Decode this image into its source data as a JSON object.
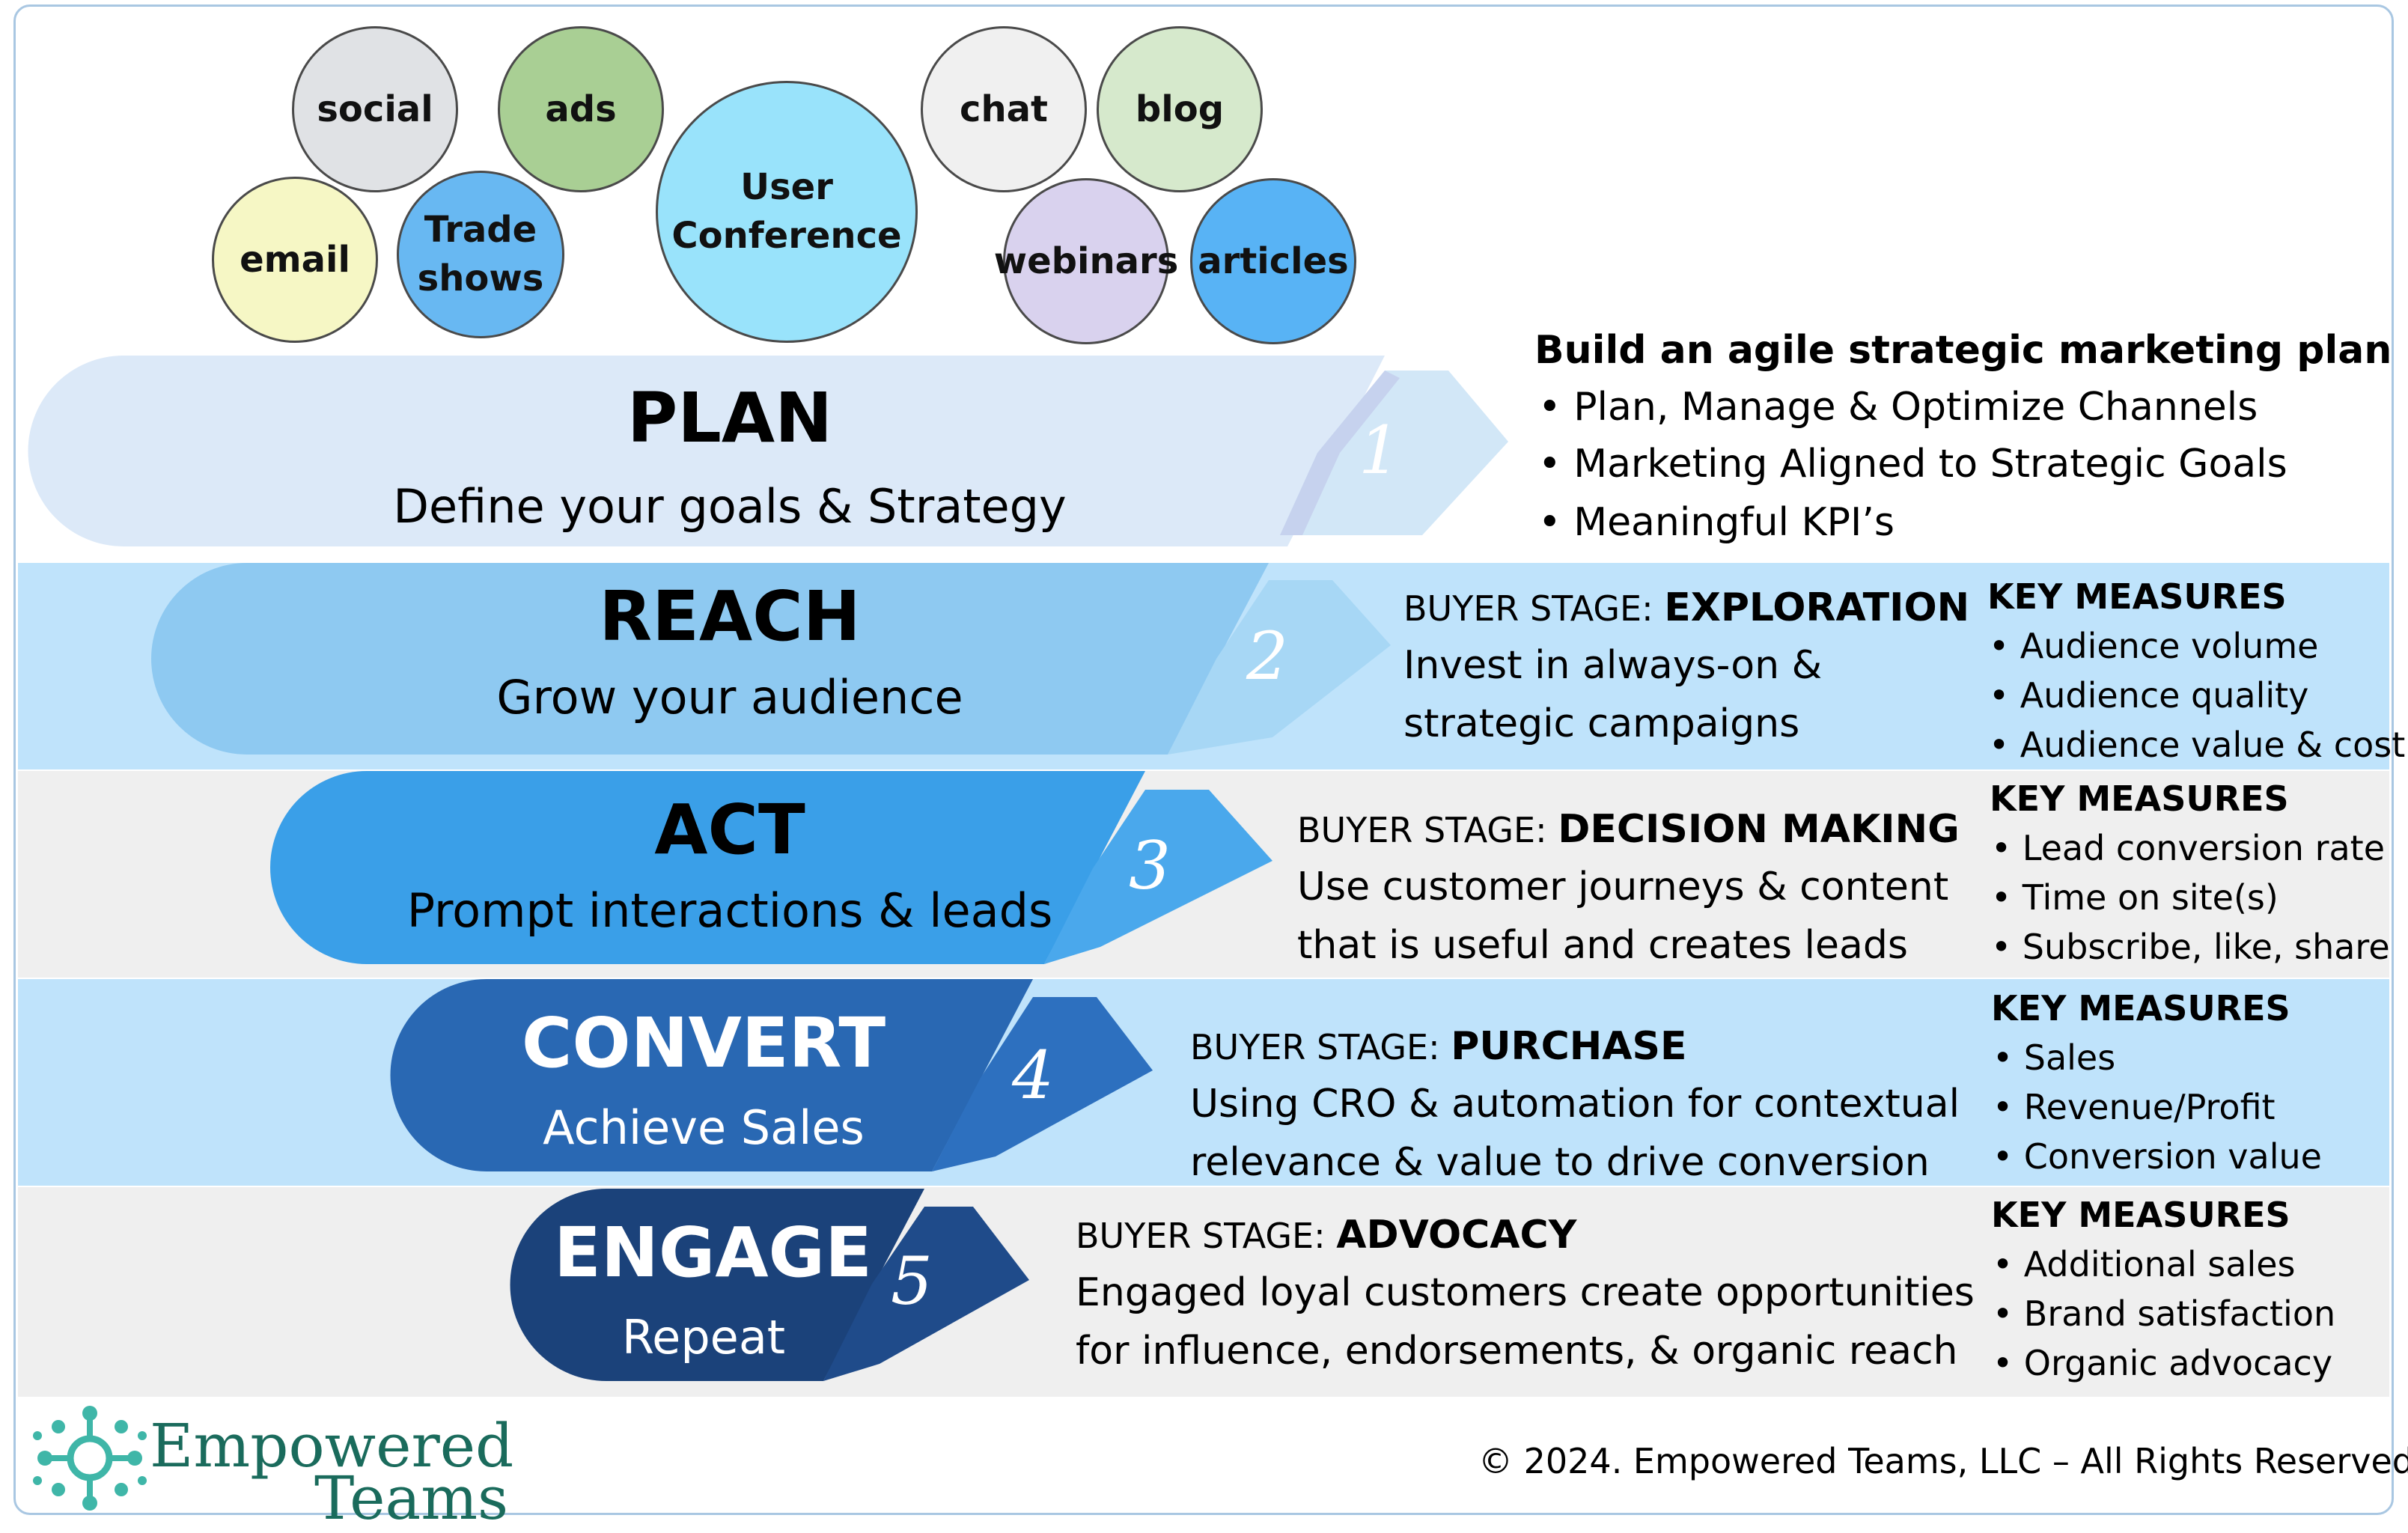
{
  "bubbles": [
    {
      "id": "social",
      "label": "social",
      "color": "#e0e2e5"
    },
    {
      "id": "ads",
      "label": "ads",
      "color": "#a9cf94"
    },
    {
      "id": "email",
      "label": "email",
      "color": "#f6f7c5"
    },
    {
      "id": "trade",
      "label": "Trade\nshows",
      "color": "#68b8f2"
    },
    {
      "id": "conf",
      "label": "User\nConference",
      "color": "#99e3fb"
    },
    {
      "id": "chat",
      "label": "chat",
      "color": "#f0f0f0"
    },
    {
      "id": "blog",
      "label": "blog",
      "color": "#d6e9cc"
    },
    {
      "id": "webinars",
      "label": "webinars",
      "color": "#d9d2ee"
    },
    {
      "id": "articles",
      "label": "articles",
      "color": "#58b3f5"
    }
  ],
  "stages": [
    {
      "id": "plan",
      "number": "1",
      "title": "PLAN",
      "subtitle": "Define your goals & Strategy",
      "color": "#dce9f8",
      "text_color": "#000000"
    },
    {
      "id": "reach",
      "number": "2",
      "title": "REACH",
      "subtitle": "Grow your audience",
      "color": "#8ec9f1",
      "text_color": "#000000"
    },
    {
      "id": "act",
      "number": "3",
      "title": "ACT",
      "subtitle": "Prompt interactions & leads",
      "color": "#3a9fe8",
      "text_color": "#000000"
    },
    {
      "id": "convert",
      "number": "4",
      "title": "CONVERT",
      "subtitle": "Achieve Sales",
      "color": "#2968b3",
      "text_color": "#ffffff"
    },
    {
      "id": "engage",
      "number": "5",
      "title": "ENGAGE",
      "subtitle": "Repeat",
      "color": "#1b427a",
      "text_color": "#ffffff"
    }
  ],
  "plan": {
    "heading": "Build an agile strategic marketing plan",
    "items": [
      "Plan, Manage & Optimize Channels",
      "Marketing Aligned to Strategic Goals",
      "Meaningful KPI’s"
    ]
  },
  "buyer_prefix": "BUYER STAGE:",
  "details": [
    {
      "stage": "EXPLORATION",
      "lines": [
        "Invest in always-on &",
        "strategic campaigns"
      ]
    },
    {
      "stage": "DECISION MAKING",
      "lines": [
        "Use customer journeys & content",
        "that is useful and creates leads"
      ]
    },
    {
      "stage": "PURCHASE",
      "lines": [
        "Using CRO & automation for contextual",
        "relevance & value to drive conversion"
      ]
    },
    {
      "stage": "ADVOCACY",
      "lines": [
        "Engaged loyal customers create opportunities",
        "for influence, endorsements, & organic reach"
      ]
    }
  ],
  "key_measures_label": "KEY MEASURES",
  "measures": [
    [
      "Audience volume",
      "Audience quality",
      "Audience value & cost"
    ],
    [
      "Lead conversion rate",
      "Time on site(s)",
      "Subscribe, like, share"
    ],
    [
      "Sales",
      "Revenue/Profit",
      "Conversion value"
    ],
    [
      "Additional sales",
      "Brand satisfaction",
      "Organic advocacy"
    ]
  ],
  "logo": {
    "line1": "Empowered",
    "line2": "Teams"
  },
  "copyright": "© 2024. Empowered Teams, LLC – All Rights Reserved.",
  "colors": {
    "band_blue": "#bfe3fb",
    "band_gray": "#efefef",
    "frame": "#a9c7e2",
    "logo": "#1a6b5c"
  }
}
